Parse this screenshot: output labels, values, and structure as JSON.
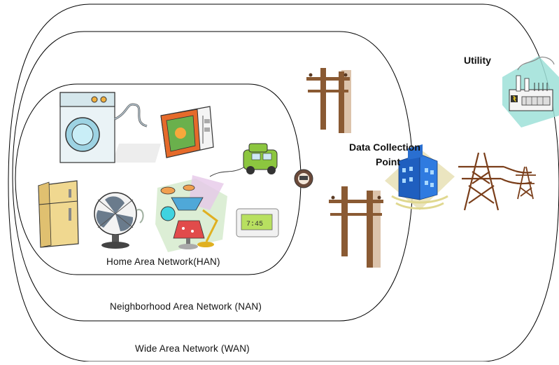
{
  "diagram": {
    "networks": {
      "wan": {
        "label": "Wide Area Network (WAN)"
      },
      "nan": {
        "label": "Neighborhood Area Network (NAN)"
      },
      "han": {
        "label": "Home Area Network(HAN)"
      }
    },
    "nodes": {
      "utility": {
        "label": "Utility"
      },
      "data_collection_point": {
        "line1": "Data Collection",
        "line2": "Point"
      }
    },
    "han_devices": [
      "washing-machine",
      "microwave",
      "electric-vehicle",
      "refrigerator",
      "fan",
      "lamps",
      "thermostat"
    ],
    "infrastructure": [
      "smart-meter",
      "utility-pole-upper",
      "utility-pole-lower",
      "office-building",
      "transmission-tower-large",
      "transmission-tower-small",
      "power-plant"
    ],
    "colors": {
      "network_outline": "#000000",
      "appliance_body": "#e8f0f4",
      "appliance_accent": "#9dd3e3",
      "pole_wood": "#8a5a33",
      "building_blue": "#1f5fbf",
      "tower_brown": "#7a3e1a",
      "plant_teal": "#9ee0d8"
    }
  }
}
